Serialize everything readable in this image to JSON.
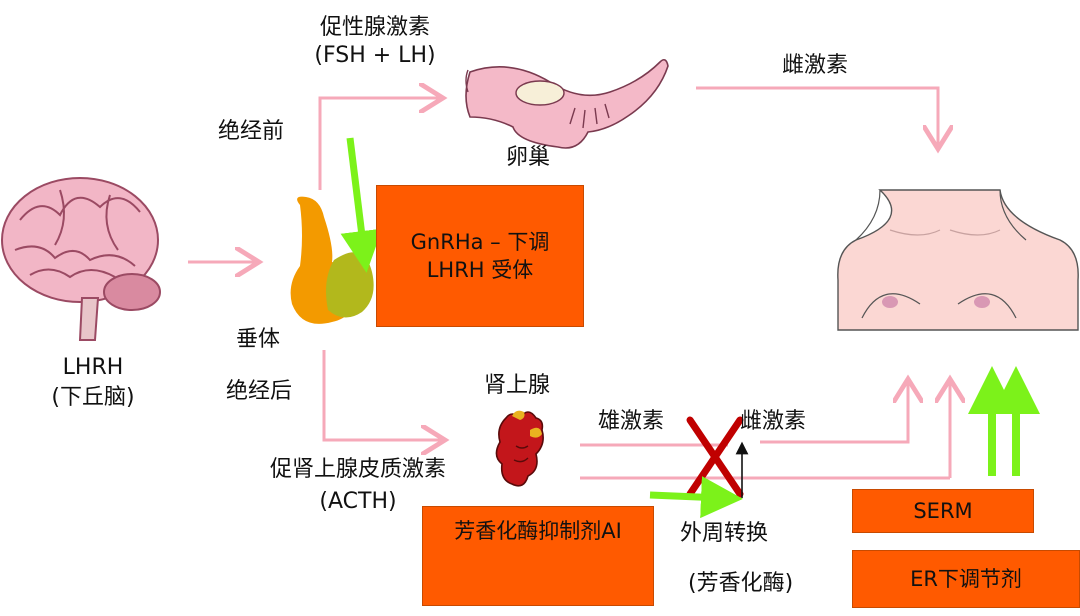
{
  "labels": {
    "gonadotropins": "促性腺激素",
    "gonadotropins_abbr": "(FSH + LH)",
    "estrogen_top": "雌激素",
    "premenopause": "绝经前",
    "ovary": "卵巢",
    "lhrh": "LHRH",
    "hypothalamus": "(下丘脑)",
    "pituitary": "垂体",
    "postmenopause": "绝经后",
    "adrenal": "肾上腺",
    "androgen": "雄激素",
    "estrogen_mid": "雌激素",
    "acth": "促肾上腺皮质激素",
    "acth_abbr": "(ACTH)",
    "peripheral": "外周转换",
    "aromatase": "(芳香化酶)"
  },
  "boxes": {
    "gnrha_line1": "GnRHa – 下调",
    "gnrha_line2": "LHRH 受体",
    "ai": "芳香化酶抑制剂AI",
    "serm": "SERM",
    "er_down": "ER下调节剂"
  },
  "colors": {
    "pink_arrow": "#f6a9b9",
    "green_arrow": "#7cf21a",
    "box_fill": "#ff5a00",
    "cross": "#c00000"
  },
  "icons": {
    "brain": "brain-illustration",
    "pituitary": "pituitary-illustration",
    "ovary": "ovary-uterus-illustration",
    "adrenal": "adrenal-gland-illustration",
    "torso": "female-torso-illustration"
  }
}
